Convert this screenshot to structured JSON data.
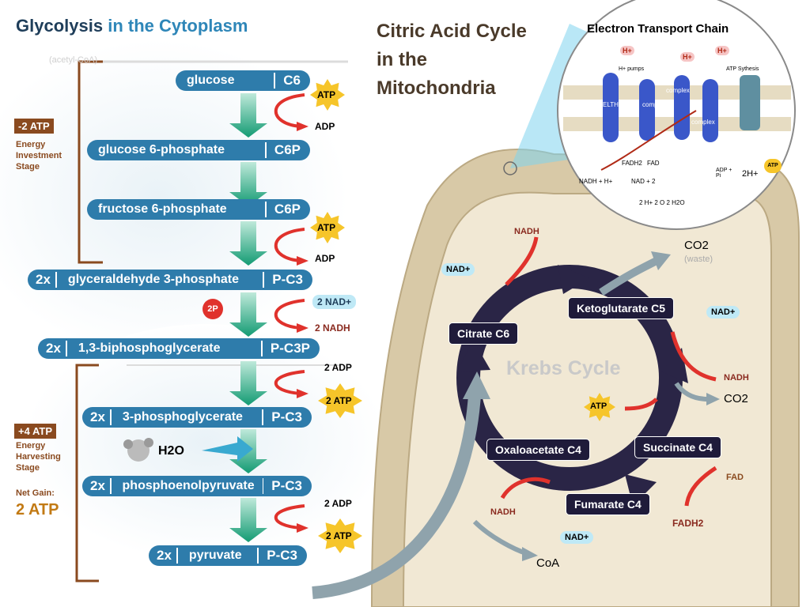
{
  "glycolysis": {
    "title_a": "Glycolysis",
    "title_b": "in the Cytoplasm",
    "acetyl_ghost": "(acetyl-CoA)",
    "steps": [
      {
        "name": "glucose",
        "formula": "C6",
        "mult": ""
      },
      {
        "name": "glucose 6-phosphate",
        "formula": "C6P",
        "mult": ""
      },
      {
        "name": "fructose 6-phosphate",
        "formula": "C6P",
        "mult": ""
      },
      {
        "name": "glyceraldehyde 3-phosphate",
        "formula": "P-C3",
        "mult": "2x"
      },
      {
        "name": "1,3-biphosphoglycerate",
        "formula": "P-C3P",
        "mult": "2x"
      },
      {
        "name": "3-phosphoglycerate",
        "formula": "P-C3",
        "mult": "2x"
      },
      {
        "name": "phosphoenolpyruvate",
        "formula": "P-C3",
        "mult": "2x"
      },
      {
        "name": "pyruvate",
        "formula": "P-C3",
        "mult": "2x"
      }
    ],
    "side": {
      "atp1": "ATP",
      "adp1": "ADP",
      "atp2": "ATP",
      "adp2": "ADP",
      "p2": "2P",
      "nad2": "2 NAD+",
      "nadh2": "2 NADH",
      "adp2x_a": "2 ADP",
      "atp2x_a": "2 ATP",
      "water": "H2O",
      "adp2x_b": "2 ADP",
      "atp2x_b": "2 ATP"
    },
    "investment": {
      "badge": "-2 ATP",
      "label": "Energy Investment Stage"
    },
    "harvest": {
      "badge": "+4 ATP",
      "label": "Energy Harvesting Stage"
    },
    "net": {
      "label": "Net Gain:",
      "value": "2 ATP"
    }
  },
  "citric": {
    "title_lines": [
      "Citric Acid Cycle",
      "in the",
      "Mitochondria"
    ],
    "center": "Krebs Cycle",
    "nodes": [
      {
        "name": "Citrate",
        "formula": "C6"
      },
      {
        "name": "Ketoglutarate",
        "formula": "C5"
      },
      {
        "name": "Succinate",
        "formula": "C4"
      },
      {
        "name": "Fumarate",
        "formula": "C4"
      },
      {
        "name": "Oxaloacetate",
        "formula": "C4"
      }
    ],
    "labels": {
      "nadh_top": "NADH",
      "nad_top": "NAD+",
      "co2_top": "CO2",
      "waste": "(waste)",
      "nad_right": "NAD+",
      "nadh_right": "NADH",
      "co2_right": "CO2",
      "atp": "ATP",
      "fad": "FAD",
      "fadh": "FADH2",
      "nadh_bottom": "NADH",
      "nad_bottom": "NAD+",
      "coa": "CoA"
    }
  },
  "etc": {
    "title": "Electron Transport Chain",
    "h": "H+",
    "pumps": "H+ pumps",
    "synth": "ATP Sythesis",
    "eth": "ELTH",
    "complex": "complex",
    "fadh": "FADH2",
    "fad": "FAD",
    "nadh_h": "NADH + H+",
    "nad_2": "NAD + 2",
    "water": "2 H+ 2 O  2 H2O",
    "adp": "ADP + Pi",
    "h2": "2H+",
    "atp": "ATP"
  },
  "colors": {
    "pill": "#2e7cab",
    "brown": "#8a4a1f",
    "green": "#1aa37a",
    "red": "#e0322c",
    "dark": "#1f1b3a",
    "tan": "#e6dac3",
    "blue_head": "#2e86b8"
  }
}
